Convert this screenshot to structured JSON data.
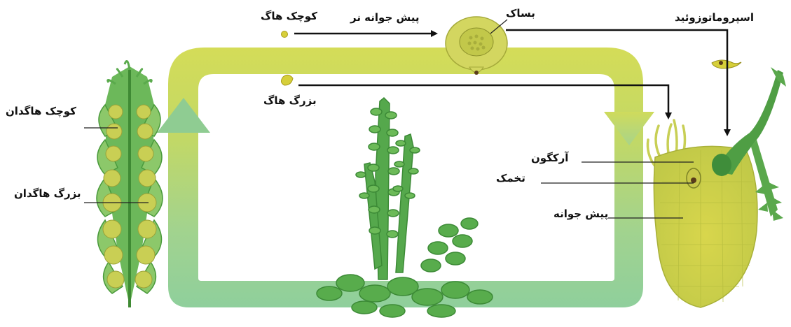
{
  "labels": {
    "microspore": "کوچک هاگ",
    "male_prothallus": "پیش جوانه نر",
    "antheridium": "بساک",
    "spermatozoid": "اسپروماتوزوئید",
    "megaspore": "بزرگ هاگ",
    "microsporangium": "کوچک هاگدان",
    "megasporangium": "بزرگ هاگدان",
    "archegonium": "آرکگون",
    "egg": "تخمک",
    "female_prothallus": "پیش جوانه"
  },
  "colors": {
    "cycle_top": "#d2dc5a",
    "cycle_bottom": "#92cf9a",
    "plant_green": "#58ab4a",
    "prothallus_yellow": "#cdd24a",
    "label_text": "#111111"
  }
}
